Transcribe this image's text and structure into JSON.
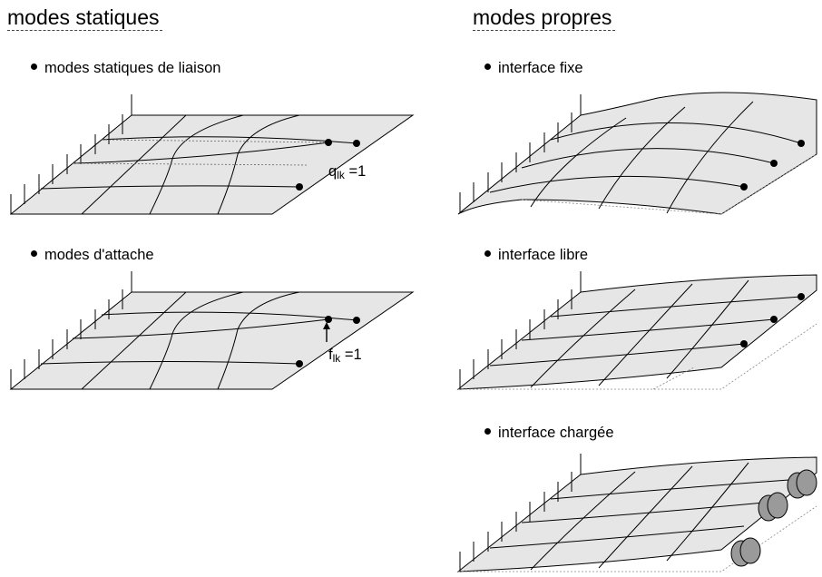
{
  "left_column": {
    "heading": "modes statiques",
    "panel1": {
      "label": "modes statiques de liaison",
      "eq_var": "q",
      "eq_sub": "lk",
      "eq_val": "=1"
    },
    "panel2": {
      "label": "modes d'attache",
      "eq_var": "f",
      "eq_sub": "lk",
      "eq_val": "=1"
    }
  },
  "right_column": {
    "heading": "modes propres",
    "panel1": {
      "label": "interface fixe"
    },
    "panel2": {
      "label": "interface libre"
    },
    "panel3": {
      "label": "interface chargée"
    }
  },
  "colors": {
    "plate_fill": "#e6e6e6",
    "stroke": "#000000",
    "grey_line": "#999999",
    "mass_fill": "#9a9a9a"
  }
}
